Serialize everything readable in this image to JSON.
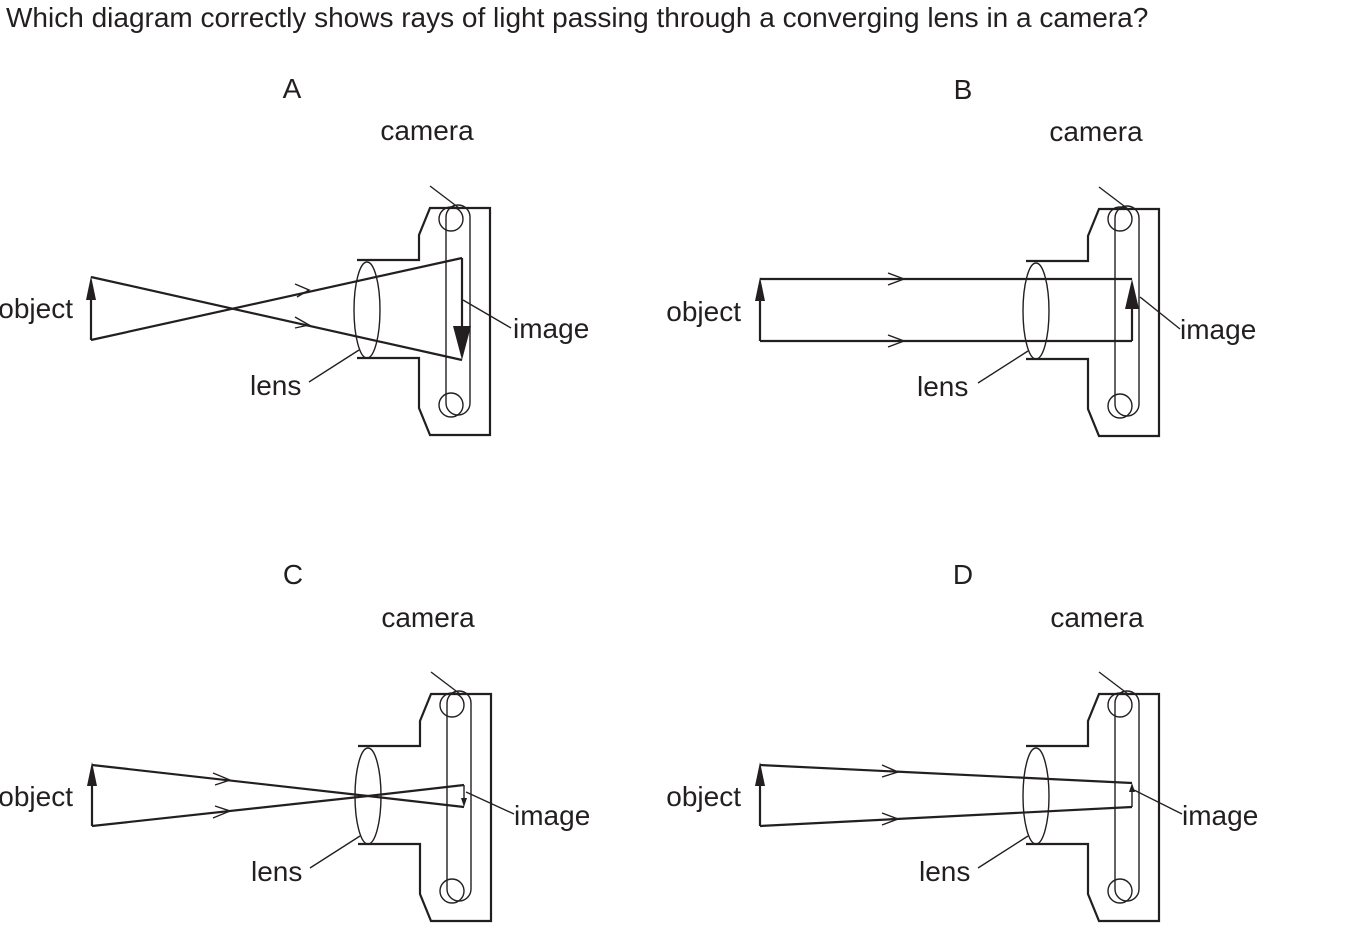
{
  "question": "Which diagram correctly shows rays of light passing through a converging lens in a camera?",
  "options": [
    {
      "letter": "A",
      "camera_label": "camera",
      "object_label": "object",
      "image_label": "image",
      "lens_label": "lens"
    },
    {
      "letter": "B",
      "camera_label": "camera",
      "object_label": "object",
      "image_label": "image",
      "lens_label": "lens"
    },
    {
      "letter": "C",
      "camera_label": "camera",
      "object_label": "object",
      "image_label": "image",
      "lens_label": "lens"
    },
    {
      "letter": "D",
      "camera_label": "camera",
      "object_label": "object",
      "image_label": "image",
      "lens_label": "lens"
    }
  ]
}
